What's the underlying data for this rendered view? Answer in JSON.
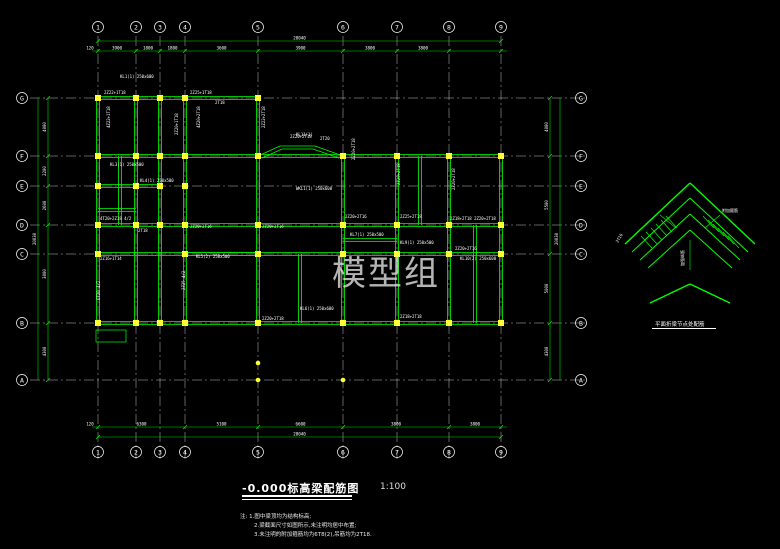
{
  "colors": {
    "background": "#000000",
    "axis": "#ffffff",
    "dimension": "#00e000",
    "beam": "#00ff00",
    "column": "#ffff33",
    "annotation": "#ffffff",
    "detail": "#00ff00"
  },
  "grid": {
    "columns": [
      "1",
      "2",
      "3",
      "4",
      "5",
      "6",
      "7",
      "8",
      "9"
    ],
    "rows": [
      "G",
      "F",
      "E",
      "D",
      "C",
      "B",
      "A"
    ]
  },
  "dimensions": {
    "top_edge": "120",
    "top_segments": [
      "3900",
      "1800",
      "1800",
      "3600",
      "3900",
      "3800",
      "3800"
    ],
    "top_total": "28040",
    "bottom_edge": "120",
    "bottom_segments": [
      "6300",
      "5100",
      "6600",
      "3800",
      "3800"
    ],
    "bottom_total": "28040",
    "left_segments": [
      "4000",
      "2200",
      "2600",
      "3000",
      "4300"
    ],
    "left_total": "20030",
    "right_segments": [
      "4000",
      "5500",
      "5000",
      "4300"
    ],
    "right_total": "20030"
  },
  "beam_labels": [
    "2Z22+1T18",
    "2Z25+1T18",
    "2T18",
    "4Z22+1T18",
    "2Z20+1T18",
    "4Z20+2T18",
    "2Z22+2T18",
    "2Z20+2T18",
    "2T20",
    "2Z20+2T18",
    "KL11(1)",
    "WKL1(1) 250x600",
    "2Z20+2T18",
    "2Z20+2T18",
    "2Z18+2T18 2Z20+2T18",
    "4T20+2Z18 4/2",
    "2T18",
    "2Z16+1T14",
    "2Z20+2T16",
    "2Z20+2T16",
    "2Z20+2T16",
    "2Z25+2T18",
    "2Z20+2T16",
    "6T20 4/2",
    "2Z25 4/2",
    "2Z20+2T18",
    "2Z18+2T18",
    "KL1(1) 250x600",
    "KL3(1) 250x500",
    "KL4(1) 250x500",
    "KL5(2) 250x500",
    "KL6(1) 250x600",
    "KL7(1) 250x500",
    "KL9(1) 250x500",
    "KL10(2) 250x600"
  ],
  "detail": {
    "title": "平面折梁节点处配筋",
    "label_left": "2T16",
    "label_right": "附加箍筋",
    "label_bottom": "加强纵筋"
  },
  "title": {
    "main": "-0.000标高梁配筋图",
    "scale": "1:100"
  },
  "notes": [
    "注: 1.图中梁顶均为结构标高;",
    "2.梁截面尺寸如图所示,未注明均居中布置;",
    "3.未注明的附加箍筋均为6T8(2),吊筋均为2T18."
  ],
  "watermark": "模型组"
}
